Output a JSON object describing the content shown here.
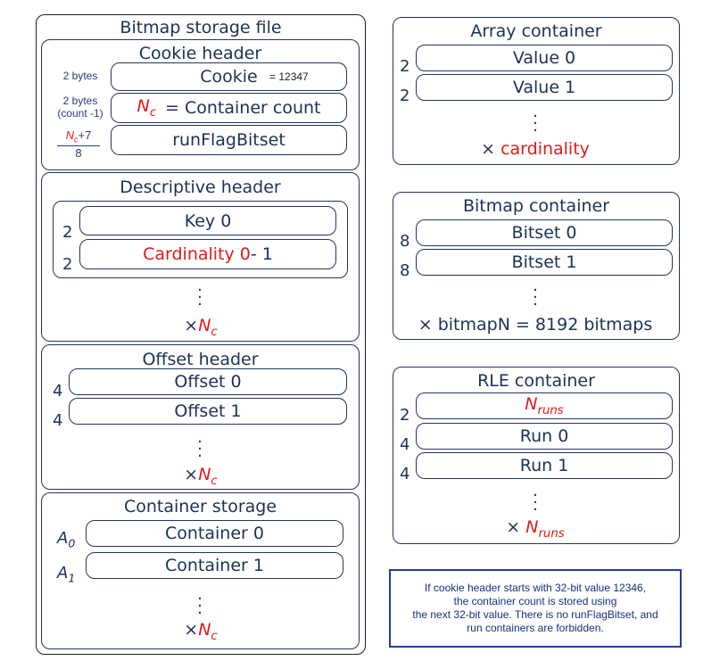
{
  "file": {
    "title": "Bitmap storage file",
    "cookie_header": {
      "title": "Cookie header",
      "rows": [
        {
          "label": "2 bytes",
          "field": "Cookie",
          "note": "= 12347"
        },
        {
          "label": "2 bytes",
          "label2": "(count -1)",
          "nc": "N",
          "nc_sub": "c",
          "field": "= Container count"
        },
        {
          "frac_num_n": "N",
          "frac_num_sub": "c",
          "frac_num_rest": "+7",
          "frac_den": "8",
          "field": "runFlagBitset"
        }
      ]
    },
    "descriptive_header": {
      "title": "Descriptive header",
      "rows": [
        {
          "label": "2",
          "field": "Key 0"
        },
        {
          "label": "2",
          "field_red": "Cardinality 0",
          "field_rest": " - 1"
        }
      ],
      "dots": "⋮",
      "times": "×",
      "mult_n": "N",
      "mult_sub": "c"
    },
    "offset_header": {
      "title": "Offset header",
      "rows": [
        {
          "label": "4",
          "field": "Offset 0"
        },
        {
          "label": "4",
          "field": "Offset 1"
        }
      ],
      "dots": "⋮",
      "times": "×",
      "mult_n": "N",
      "mult_sub": "c"
    },
    "container_storage": {
      "title": "Container storage",
      "rows": [
        {
          "label_a": "A",
          "label_sub": "0",
          "field": "Container 0"
        },
        {
          "label_a": "A",
          "label_sub": "1",
          "field": "Container 1"
        }
      ],
      "dots": "⋮",
      "times": "×",
      "mult_n": "N",
      "mult_sub": "c"
    }
  },
  "array_container": {
    "title": "Array container",
    "rows": [
      {
        "label": "2",
        "field": "Value 0"
      },
      {
        "label": "2",
        "field": "Value 1"
      }
    ],
    "dots": "⋮",
    "times": "×",
    "mult": "cardinality"
  },
  "bitmap_container": {
    "title": "Bitmap container",
    "rows": [
      {
        "label": "8",
        "field": "Bitset 0"
      },
      {
        "label": "8",
        "field": "Bitset 1"
      }
    ],
    "dots": "⋮",
    "times": "×",
    "mult": "bitmapN = 8192 bitmaps"
  },
  "rle_container": {
    "title": "RLE container",
    "rows": [
      {
        "label": "2",
        "field_n": "N",
        "field_sub": "runs"
      },
      {
        "label": "4",
        "field": "Run 0"
      },
      {
        "label": "4",
        "field": "Run 1"
      }
    ],
    "dots": "⋮",
    "times": "×",
    "mult_n": "N",
    "mult_sub": "runs"
  },
  "note": {
    "lines": [
      "If cookie header starts with 32-bit value 12346,",
      "the container count is stored using",
      "the next 32-bit value. There is no runFlagBitset, and",
      "run containers are forbidden."
    ]
  },
  "colors": {
    "text": "#1c3157",
    "accent_red": "#e21a1a",
    "note_border": "#1f3f9e"
  }
}
